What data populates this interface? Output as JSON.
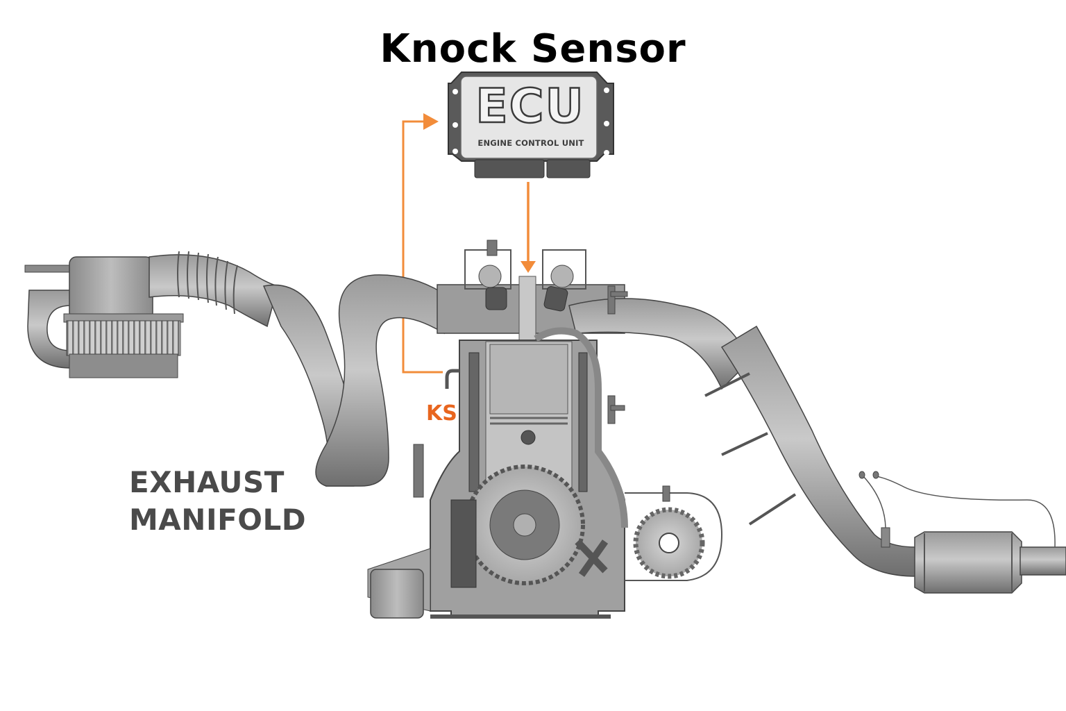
{
  "diagram": {
    "title": "Knock Sensor",
    "ecu": {
      "label": "ECU",
      "sublabel": "ENGINE CONTROL UNIT"
    },
    "sensor_label": "KS",
    "manifold_label_lines": [
      "EXHAUST",
      "MANIFOLD"
    ],
    "components": [
      "air-filter",
      "intake-hose",
      "exhaust-pipe-loop",
      "engine-cylinder",
      "piston",
      "crank-gear",
      "cam-gear",
      "downpipe",
      "catalytic-converter",
      "oxygen-sensor-wires"
    ],
    "colors": {
      "signal_arrow": "#f28c3a",
      "sensor_label": "#e8651e",
      "title": "#000000",
      "sketch": "#6b6b6b"
    }
  }
}
